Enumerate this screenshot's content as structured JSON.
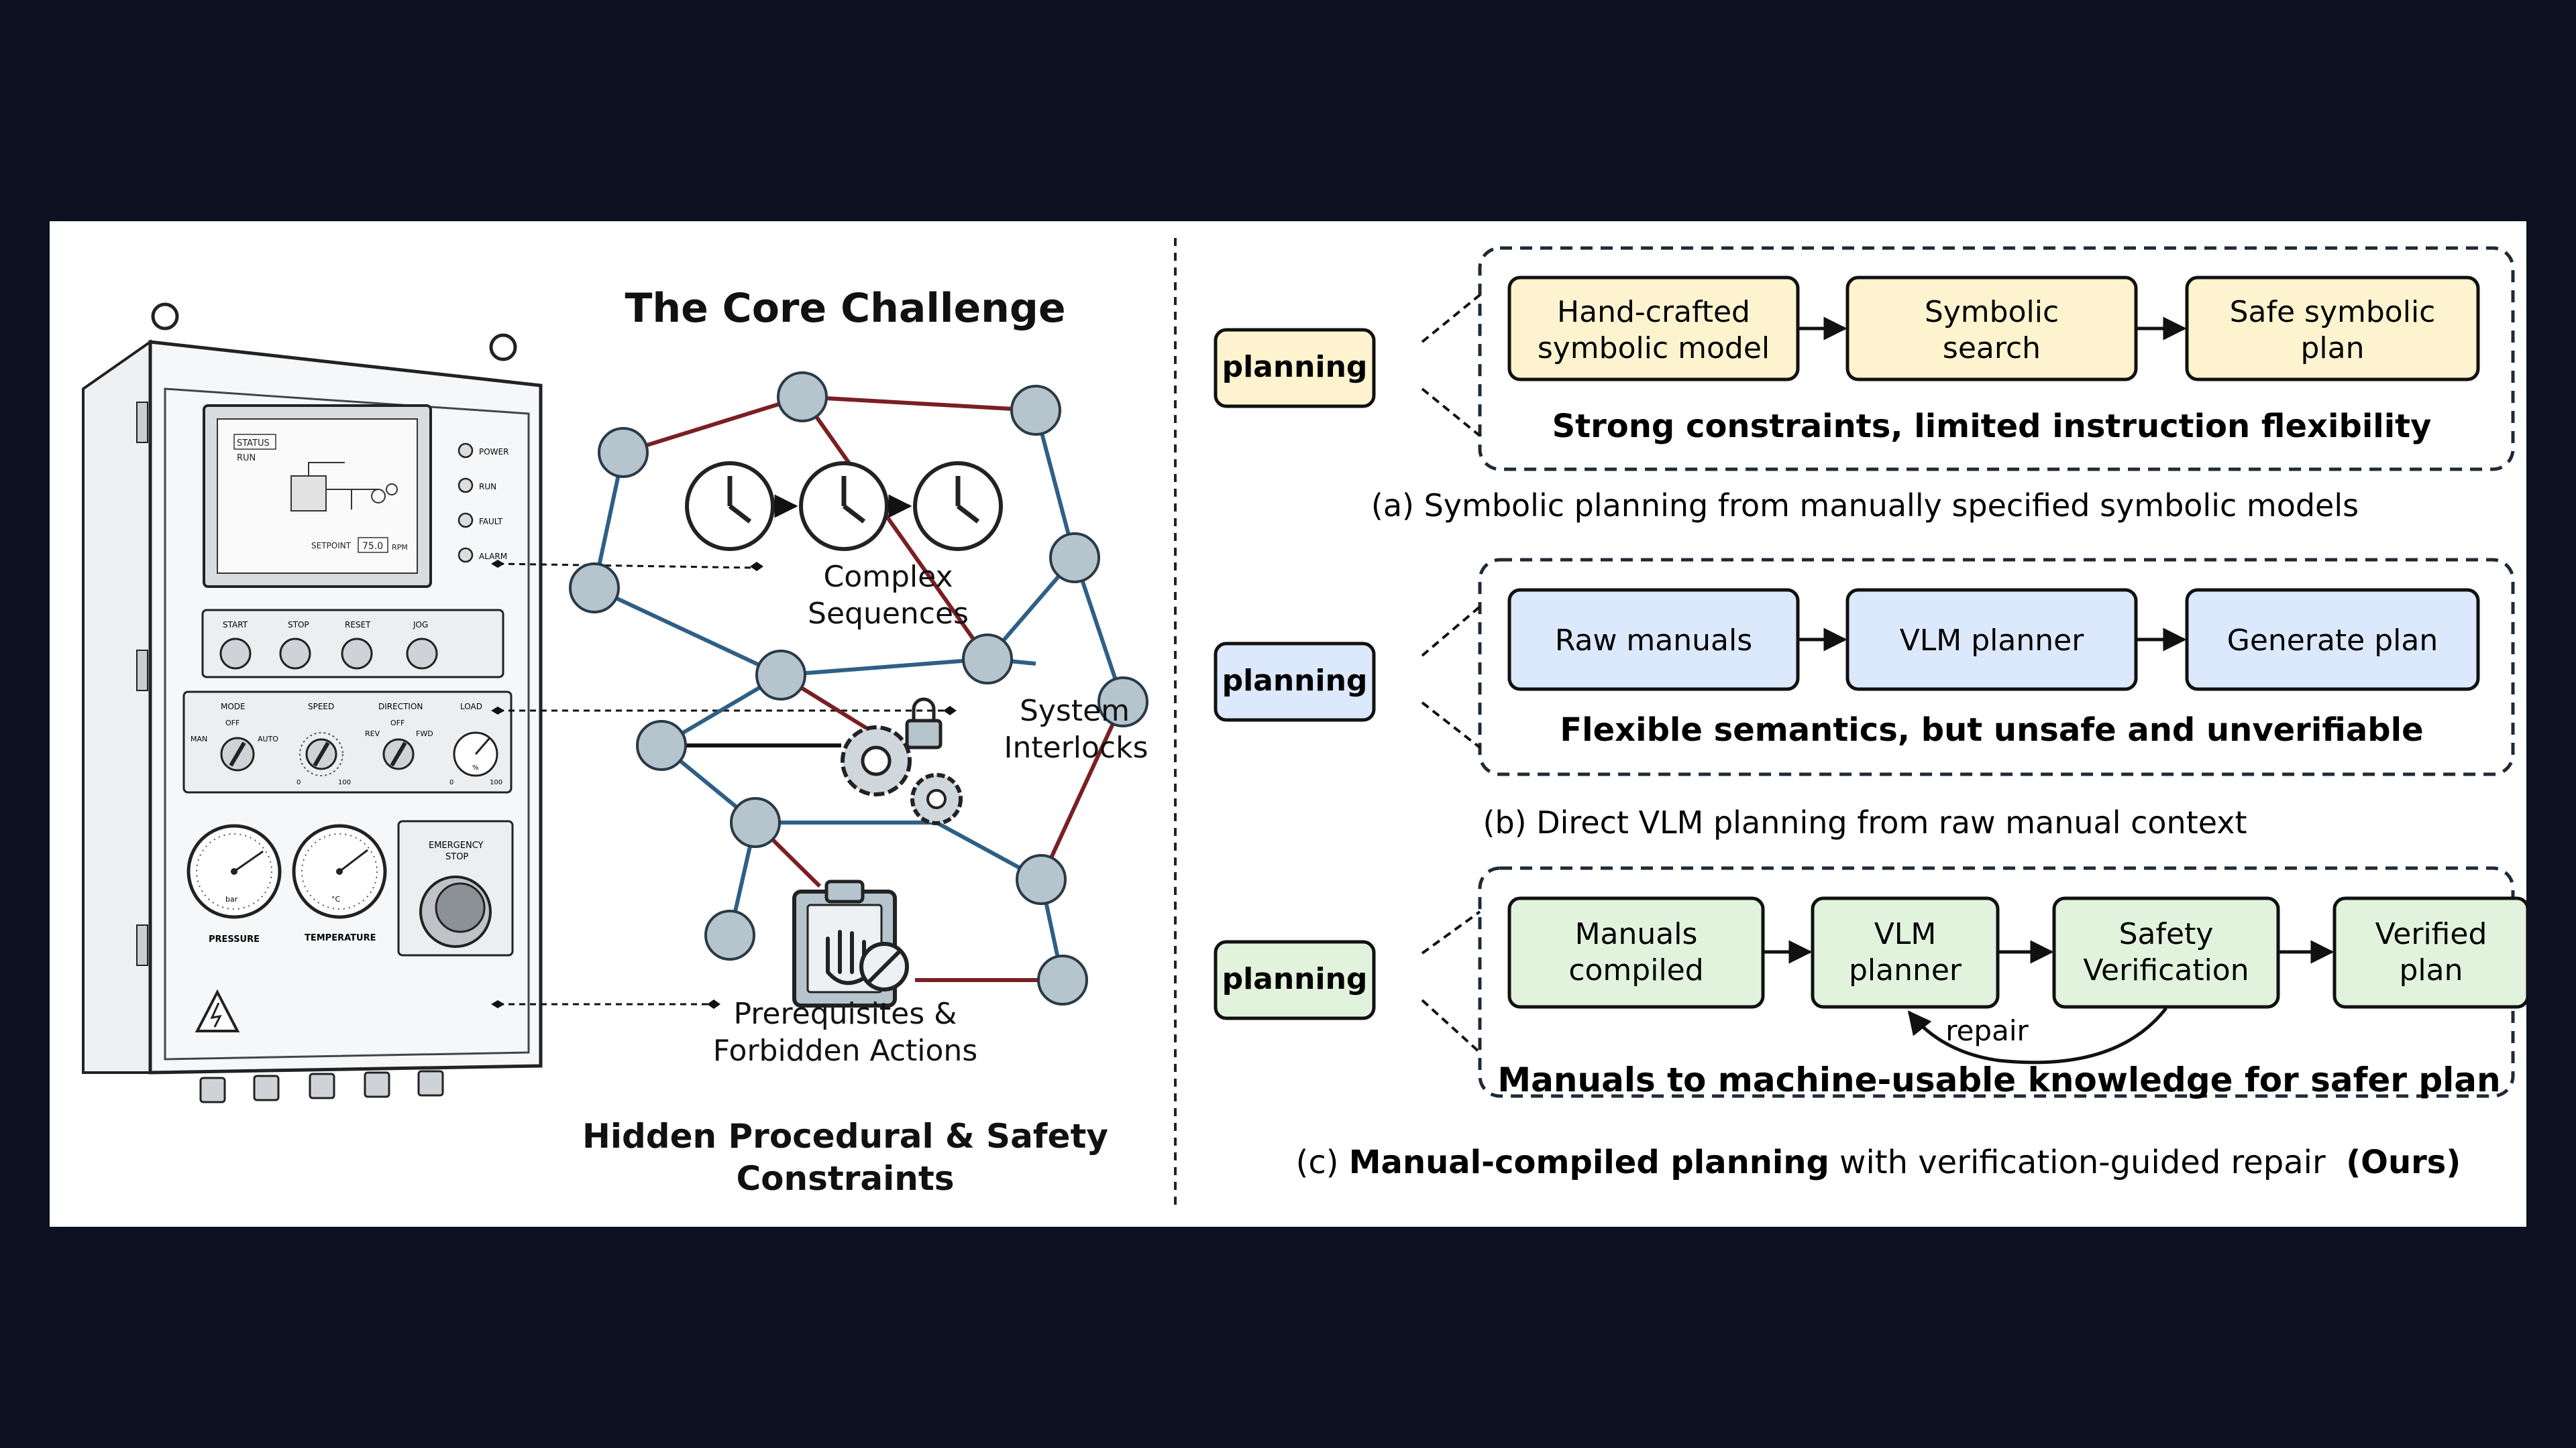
{
  "left": {
    "title": "The Core Challenge",
    "subtitle_line1": "Hidden Procedural & Safety",
    "subtitle_line2": "Constraints",
    "labels": {
      "complex_1": "Complex",
      "complex_2": "Sequences",
      "interlocks_1": "System",
      "interlocks_2": "Interlocks",
      "prereq_1": "Prerequisites &",
      "prereq_2": "Forbidden Actions"
    },
    "panel": {
      "status": "STATUS",
      "run": "RUN",
      "setpoint_label": "SETPOINT",
      "setpoint_value": "75.0",
      "setpoint_unit": "RPM",
      "lights": [
        "POWER",
        "RUN",
        "FAULT",
        "ALARM"
      ],
      "buttons": [
        "START",
        "STOP",
        "RESET",
        "JOG"
      ],
      "knob_labels": [
        "MODE",
        "SPEED",
        "DIRECTION",
        "LOAD"
      ],
      "mode_opts": [
        "MAN",
        "OFF",
        "AUTO"
      ],
      "dir_opts": [
        "REV",
        "OFF",
        "FWD"
      ],
      "scale_min": "0",
      "scale_max": "100",
      "load_unit": "%",
      "gauge1_label": "PRESSURE",
      "gauge1_unit": "bar",
      "gauge2_label": "TEMPERATURE",
      "gauge2_unit": "°C",
      "estop_1": "EMERGENCY",
      "estop_2": "STOP"
    }
  },
  "sections": [
    {
      "tag": "planning",
      "color": "#fdf4cf",
      "boxes": [
        {
          "l1": "Hand-crafted",
          "l2": "symbolic model"
        },
        {
          "l1": "Symbolic",
          "l2": "search"
        },
        {
          "l1": "Safe symbolic",
          "l2": "plan"
        }
      ],
      "note": "Strong constraints, limited instruction flexibility",
      "caption": "(a) Symbolic planning from manually specified symbolic models"
    },
    {
      "tag": "planning",
      "color": "#dce8fb",
      "boxes": [
        {
          "l1": "Raw manuals"
        },
        {
          "l1": "VLM planner"
        },
        {
          "l1": "Generate plan"
        }
      ],
      "note": "Flexible semantics, but unsafe and unverifiable",
      "caption": "(b) Direct VLM planning from raw manual context"
    },
    {
      "tag": "planning",
      "color": "#e2f3dd",
      "boxes": [
        {
          "l1": "Manuals",
          "l2": "compiled"
        },
        {
          "l1": "VLM",
          "l2": "planner"
        },
        {
          "l1": "Safety",
          "l2": "Verification"
        },
        {
          "l1": "Verified",
          "l2": "plan"
        }
      ],
      "repair": "repair",
      "note": "Manuals to machine-usable knowledge for safer plan",
      "caption_prefix": "(c) ",
      "caption_bold": "Manual-compiled planning",
      "caption_rest": " with verification-guided repair  ",
      "caption_ours": "(Ours)"
    }
  ]
}
